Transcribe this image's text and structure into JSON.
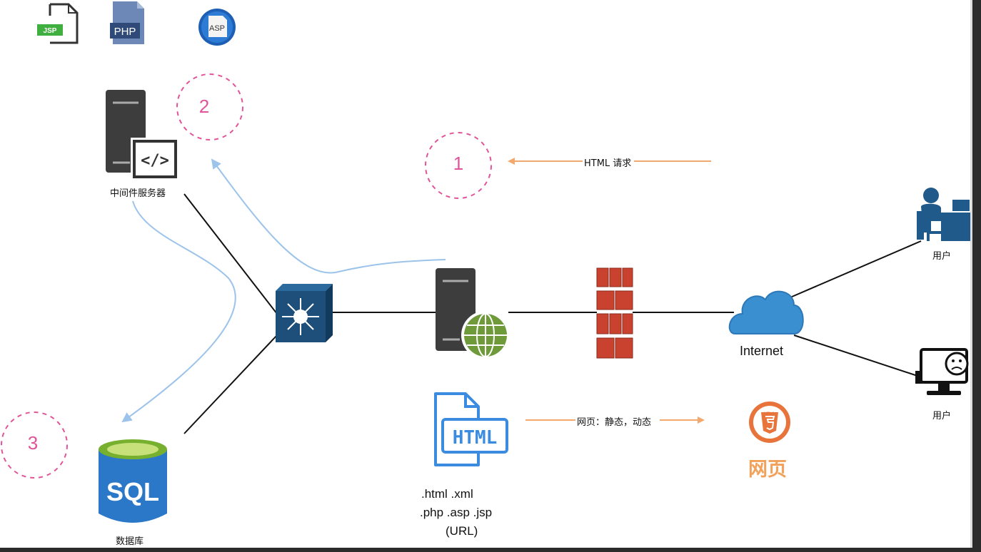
{
  "labels": {
    "middleware_server": "中间件服务器",
    "database": "数据库",
    "user_top": "用户",
    "user_bottom": "用户",
    "internet": "Internet",
    "html_request": "HTML 请求",
    "webpage_static_dynamic": "网页：静态，动态",
    "webpage": "网页"
  },
  "steps": [
    "1",
    "2",
    "3"
  ],
  "file_types": {
    "line1": ".html .xml",
    "line2": ".php .asp .jsp",
    "line3": "(URL)"
  },
  "file_icons": [
    "JSP",
    "PHP",
    "ASP"
  ],
  "icon_text": {
    "code": "</>",
    "html": "HTML",
    "sql": "SQL",
    "html5": "HTML"
  },
  "icons": [
    "jsp-file-icon",
    "php-file-icon",
    "asp-file-icon",
    "middleware-server-icon",
    "network-switch-icon",
    "web-server-icon",
    "firewall-icon",
    "internet-cloud-icon",
    "user-desktop-icon",
    "sad-monitor-icon",
    "html-file-icon",
    "html5-icon",
    "sql-database-icon"
  ],
  "colors": {
    "step_circle": "#e0559a",
    "request_arrow": "#f3a86e",
    "flow_arrow": "#9cc3ea",
    "server_dark": "#3d3d3d",
    "switch_blue": "#1d4f7a",
    "firewall_red": "#c9422f",
    "cloud_blue": "#3a8fd0",
    "user_blue": "#1f5a8a",
    "html_file_blue": "#3b8be0",
    "sql_blue": "#2b78c9",
    "html5_orange": "#e8743b"
  }
}
